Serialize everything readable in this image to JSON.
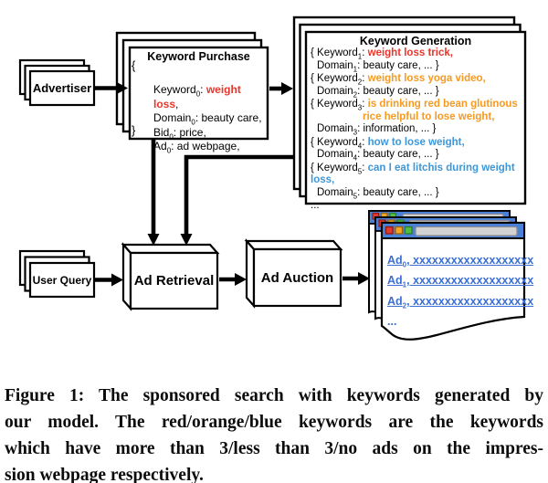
{
  "colors": {
    "keyword_red": "#E8362B",
    "keyword_orange": "#F59A23",
    "keyword_blue": "#3D97D8",
    "serp_link_blue": "#3B6FD4",
    "browser_bar_blue": "#4A80D8",
    "button_red": "#E23B2E",
    "button_orange": "#F5A623",
    "button_green": "#4FBE41"
  },
  "advertiser": {
    "label": "Advertiser"
  },
  "kp": {
    "title": "Keyword Purchase",
    "open": "{",
    "close": "}",
    "keyword_line": {
      "label": "Keyword",
      "sub": "0",
      "colon": ": ",
      "em": "weight loss",
      "tail": ","
    },
    "lines": [
      {
        "label": "Domain",
        "sub": "0",
        "rest": ": beauty care,"
      },
      {
        "label": "Bid",
        "sub": "0",
        "rest": ": price,"
      },
      {
        "label": "Ad",
        "sub": "0",
        "rest": ": ad webpage,"
      }
    ]
  },
  "kg": {
    "title": "Keyword Generation",
    "entries": [
      {
        "prefix": "{ Keyword",
        "sub": "1",
        "colon": ": ",
        "keyword": "weight loss trick,",
        "domain_label": "Domain",
        "domain_sub": "1",
        "domain_rest": ": beauty care, ... }"
      },
      {
        "prefix": "{ Keyword",
        "sub": "2",
        "colon": ": ",
        "keyword": "weight loss yoga video,",
        "domain_label": "Domain",
        "domain_sub": "2",
        "domain_rest": ": beauty care, ... }"
      },
      {
        "prefix": "{ Keyword",
        "sub": "3",
        "colon": ": ",
        "keyword": "is drinking red bean glutinous",
        "keyword2": "rice helpful to lose weight,",
        "domain_label": "Domain",
        "domain_sub": "3",
        "domain_rest": ": information, ... }"
      },
      {
        "prefix": "{ Keyword",
        "sub": "4",
        "colon": ": ",
        "keyword": "how to lose weight,",
        "domain_label": "Domain",
        "domain_sub": "4",
        "domain_rest": ": beauty care, ... }"
      },
      {
        "prefix": "{ Keyword",
        "sub": "5",
        "colon": ": ",
        "keyword": "can I eat litchis during weight loss,",
        "domain_label": "Domain",
        "domain_sub": "5",
        "domain_rest": ": beauty care, ... }"
      }
    ],
    "ellipsis": "..."
  },
  "uq": {
    "label": "User Query"
  },
  "ar": {
    "label": "Ad Retrieval"
  },
  "aa": {
    "label": "Ad Auction"
  },
  "serp": {
    "ads": [
      {
        "label": "Ad",
        "sub": "0",
        "rest": ", xxxxxxxxxxxxxxxxxxx"
      },
      {
        "label": "Ad",
        "sub": "1",
        "rest": ", xxxxxxxxxxxxxxxxxxx"
      },
      {
        "label": "Ad",
        "sub": "2",
        "rest": ", xxxxxxxxxxxxxxxxxxx"
      }
    ],
    "ellipsis": "..."
  },
  "caption": {
    "lines": [
      "Figure 1: The sponsored search with keywords generated by",
      "our model. The red/orange/blue keywords are the keywords",
      "which have more than 3/less than 3/no ads on the impres-",
      "sion webpage respectively."
    ]
  }
}
